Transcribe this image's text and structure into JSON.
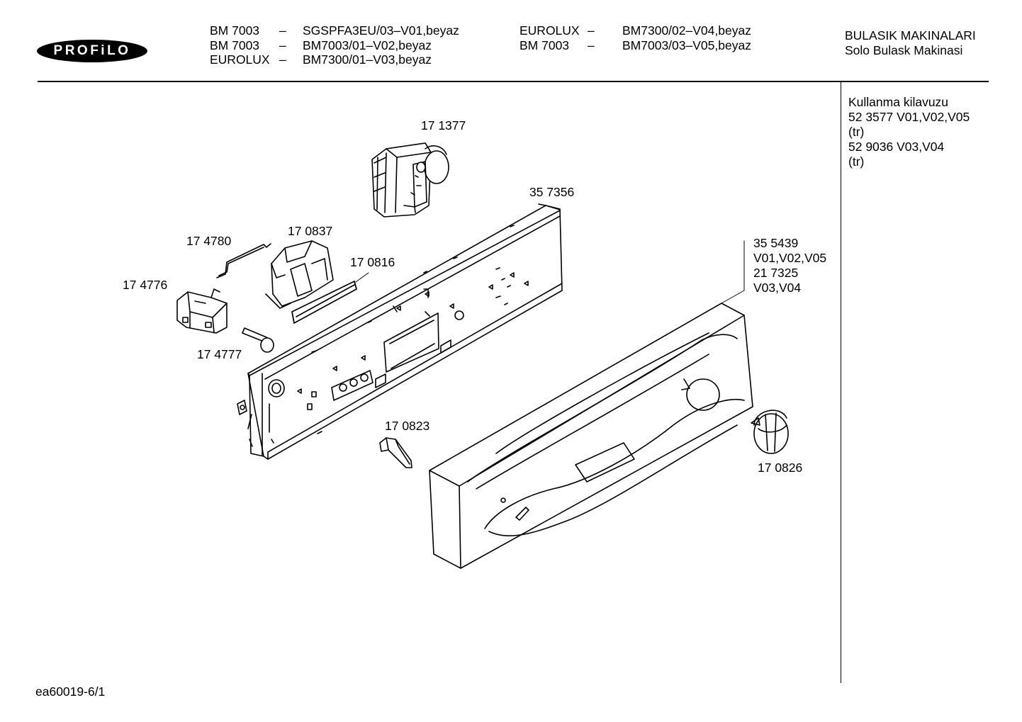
{
  "brand": "PROFiLO",
  "header": {
    "col1": [
      "BM 7003",
      "BM 7003",
      "EUROLUX"
    ],
    "dash": "–",
    "col2": [
      "SGSPFA3EU/03–V01,beyaz",
      "BM7003/01–V02,beyaz",
      "BM7300/01–V03,beyaz"
    ],
    "col3": [
      "EUROLUX",
      "BM 7003"
    ],
    "col4": [
      "BM7300/02–V04,beyaz",
      "BM7003/03–V05,beyaz"
    ],
    "category": "BULASIK MAKINALARI",
    "subcategory": "Solo Bulask Makinasi"
  },
  "side": {
    "title": "Kullanma kilavuzu",
    "lines": [
      "52 3577 V01,V02,V05",
      "(tr)",
      "52 9036 V03,V04",
      "(tr)"
    ]
  },
  "parts": {
    "p171377": "17 1377",
    "p357356": "35 7356",
    "p174780": "17 4780",
    "p170837": "17 0837",
    "p170816": "17 0816",
    "p174776": "17 4776",
    "p174777": "17 4777",
    "p170823": "17 0823",
    "p170826": "17 0826",
    "p355439_a": "35 5439",
    "p355439_b": "V01,V02,V05",
    "p355439_c": "21 7325",
    "p355439_d": "V03,V04"
  },
  "footer": "ea60019-6/1"
}
